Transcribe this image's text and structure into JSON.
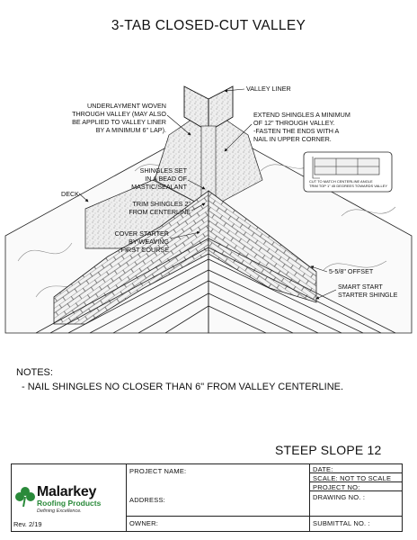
{
  "title": "3-TAB CLOSED-CUT VALLEY",
  "labels": {
    "valley_liner": "VALLEY LINER",
    "underlayment": [
      "UNDERLAYMENT WOVEN",
      "THROUGH VALLEY (MAY ALSO",
      "BE APPLIED TO VALLEY LINER",
      "BY A MINIMUM 6\" LAP)."
    ],
    "extend": [
      "EXTEND SHINGLES A MINIMUM",
      "OF 12\" THROUGH VALLEY.",
      "-FASTEN THE ENDS WITH A",
      "NAIL IN UPPER CORNER."
    ],
    "shingles_set": [
      "SHINGLES SET",
      "IN A BEAD OF",
      "MASTIC/SEALANT"
    ],
    "deck": "DECK",
    "trim": [
      "TRIM SHINGLES 2\"",
      "FROM CENTERLINE"
    ],
    "cover_starter": [
      "COVER STARTER",
      "BY WEAVING",
      "FIRST COURSE"
    ],
    "offset": "5-5/8\" OFFSET",
    "smart_start": [
      "SMART START",
      "STARTER SHINGLE"
    ],
    "inset_notes": [
      "CUT TO MATCH CENTERLINE ANGLE",
      "TRIM TOP 1\" 45 DEGREES TOWARDS VALLEY"
    ]
  },
  "notes": {
    "heading": "NOTES:",
    "items": [
      "- NAIL SHINGLES NO CLOSER THAN 6\" FROM VALLEY CENTERLINE."
    ]
  },
  "steep_slope": "STEEP SLOPE 12",
  "title_block": {
    "project_name": "PROJECT NAME:",
    "address": "ADDRESS:",
    "owner": "OWNER:",
    "date": "DATE:",
    "scale": "SCALE:  NOT TO SCALE",
    "project_no": "PROJECT NO:",
    "drawing_no": "DRAWING NO. :",
    "submittal_no": "SUBMITTAL NO. :",
    "revision": "Rev. 2/19"
  },
  "logo": {
    "name": "Malarkey",
    "sub": "Roofing Products",
    "tagline": "Defining Excellence.",
    "icon": "shamrock-icon",
    "accent_color": "#2a8a3a"
  }
}
